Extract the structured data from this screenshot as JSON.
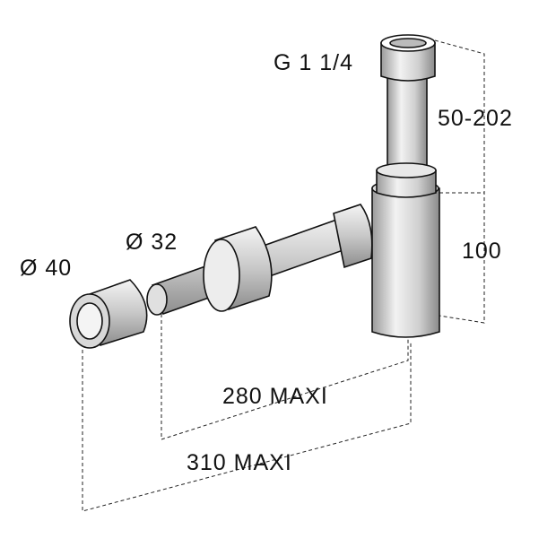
{
  "labels": {
    "thread": "G 1 1/4",
    "height_range": "50-202",
    "height": "100",
    "diameter_40": "Ø 40",
    "diameter_32": "Ø 32",
    "length_280": "280 MAXI",
    "length_310": "310 MAXI"
  }
}
